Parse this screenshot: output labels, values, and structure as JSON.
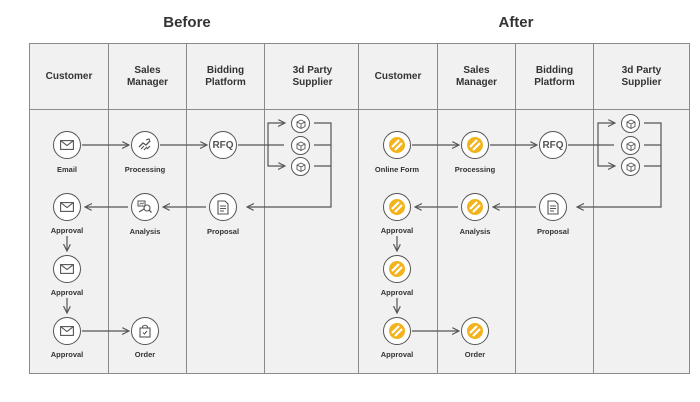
{
  "titles": {
    "before": "Before",
    "after": "After"
  },
  "lanes": [
    "Customer",
    "Sales\nManager",
    "Bidding\nPlatform",
    "3d Party\nSupplier"
  ],
  "before": {
    "email": "Email",
    "processing": "Processing",
    "rfq": "RFQ",
    "analysis": "Analysis",
    "proposal": "Proposal",
    "approval1": "Approval",
    "approval2": "Approval",
    "approval3": "Approval",
    "order": "Order"
  },
  "after": {
    "online_form": "Online Form",
    "processing": "Processing",
    "rfq": "RFQ",
    "analysis": "Analysis",
    "proposal": "Proposal",
    "approval1": "Approval",
    "approval2": "Approval",
    "approval3": "Approval",
    "order": "Order"
  },
  "colors": {
    "accent": "#f2b31b",
    "accent_dark": "#e59a0c",
    "line": "#555555",
    "panel": "#f1f1f1",
    "border": "#8a8a8a"
  }
}
